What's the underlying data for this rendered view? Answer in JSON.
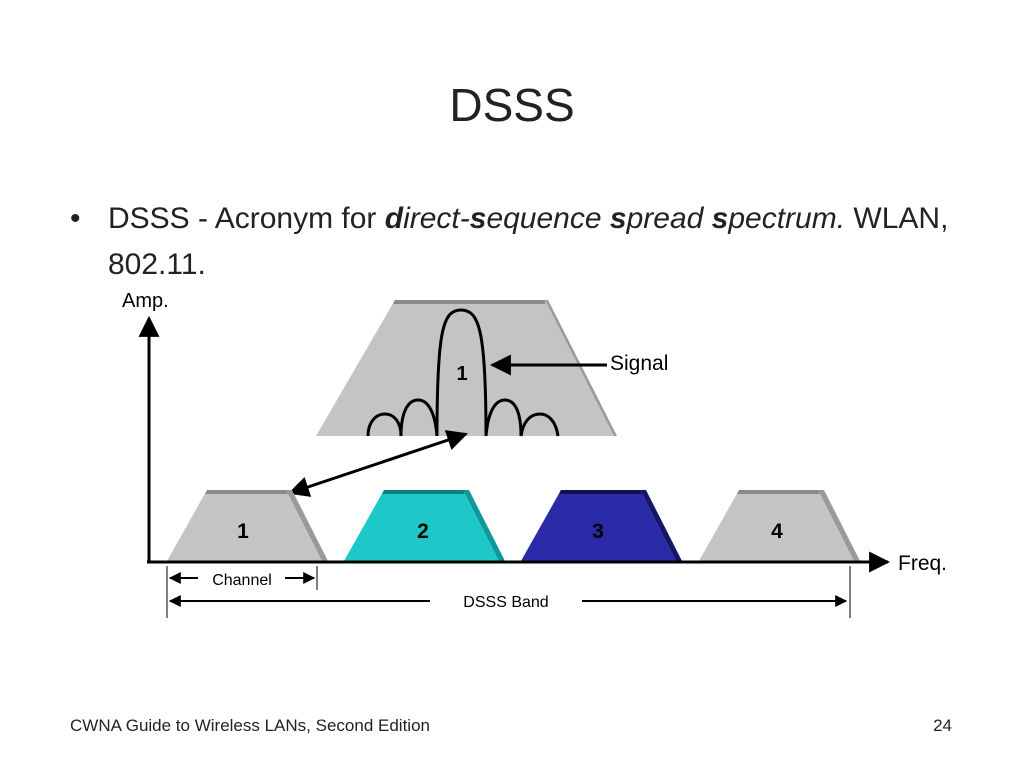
{
  "slide": {
    "title": "DSSS",
    "bullet": {
      "marker": "•",
      "prefix": "DSSS - Acronym for ",
      "term": [
        {
          "bold": "d",
          "rest": "irect-"
        },
        {
          "bold": "s",
          "rest": "equence "
        },
        {
          "bold": "s",
          "rest": "pread "
        },
        {
          "bold": "s",
          "rest": "pectrum."
        }
      ],
      "suffix": " WLAN, 802.11."
    },
    "diagram": {
      "y_axis_label": "Amp.",
      "x_axis_label": "Freq.",
      "signal_label": "Signal",
      "big_channel_label": "1",
      "channels": [
        {
          "label": "1",
          "color": "#c0c0c0"
        },
        {
          "label": "2",
          "color": "#1ec8c8"
        },
        {
          "label": "3",
          "color": "#2a2aa8"
        },
        {
          "label": "4",
          "color": "#c0c0c0"
        }
      ],
      "channel_width_label": "Channel",
      "band_label": "DSSS Band"
    },
    "footer": {
      "left": "CWNA Guide to Wireless LANs, Second Edition",
      "page": "24"
    }
  }
}
